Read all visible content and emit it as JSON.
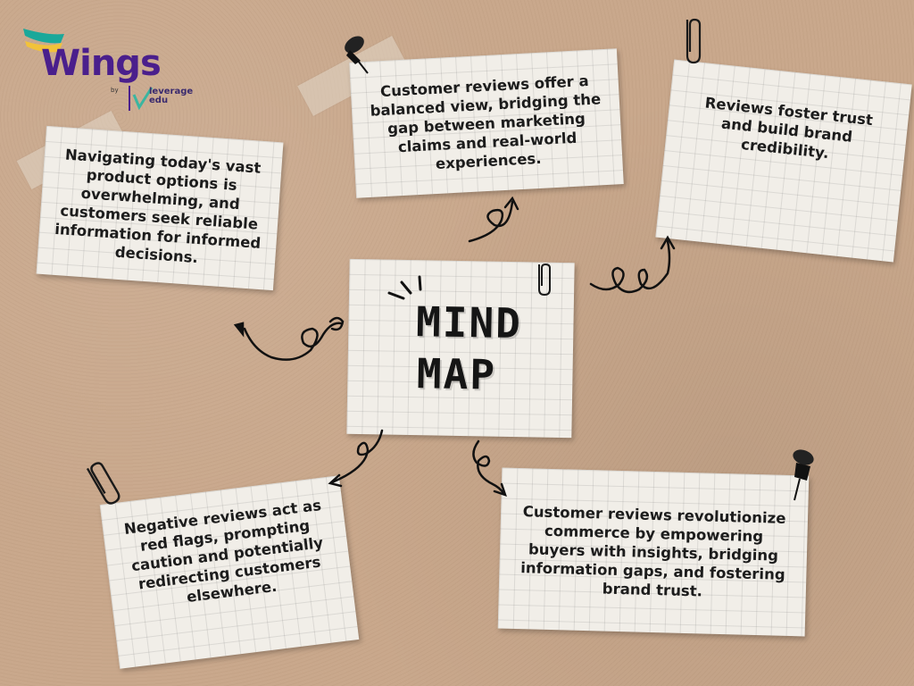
{
  "logo": {
    "brand": "Wings",
    "by": "by",
    "sub_line1": "leverage",
    "sub_line2": "edu"
  },
  "center": {
    "line1": "MIND",
    "line2": "MAP"
  },
  "notes": {
    "top_left": "Navigating today's vast product options is overwhelming, and customers seek reliable information for informed decisions.",
    "top_middle": "Customer reviews offer a balanced view, bridging the gap between marketing claims and real-world experiences.",
    "top_right": "Reviews foster trust and build brand credibility.",
    "bottom_left": "Negative reviews act as red flags, prompting caution and potentially redirecting customers elsewhere.",
    "bottom_right": "Customer reviews revolutionize commerce by empowering buyers with insights, bridging information gaps, and fostering brand trust."
  },
  "icons": [
    "pushpin-icon",
    "paperclip-icon",
    "curly-arrow-icon"
  ],
  "colors": {
    "background": "#c9a88c",
    "paper": "#f1eee8",
    "ink": "#1c1c1c",
    "brand_purple": "#4a1f8c"
  }
}
